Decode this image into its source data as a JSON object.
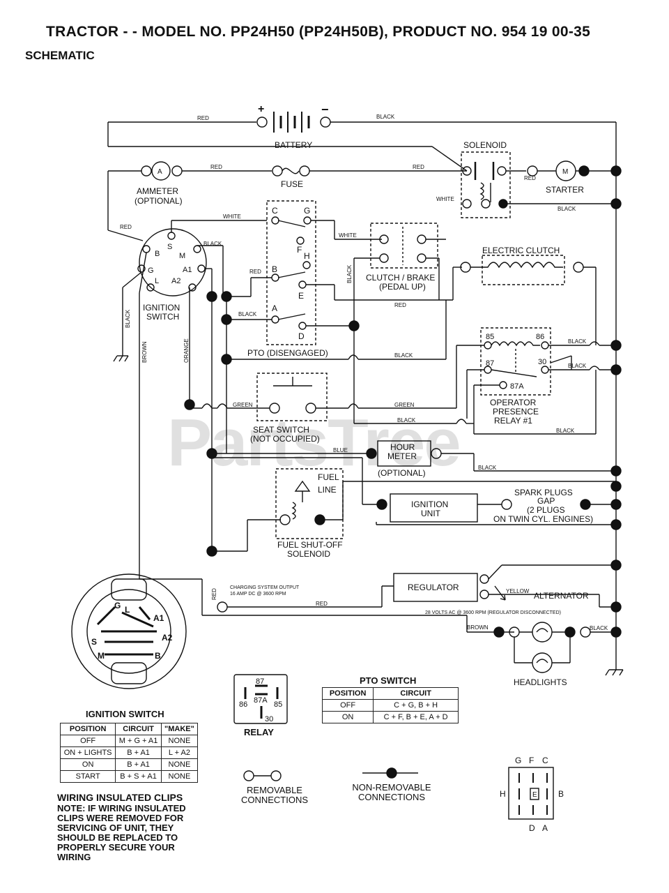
{
  "header": {
    "title": "TRACTOR - - MODEL NO. PP24H50 (PP24H50B), PRODUCT NO. 954 19 00-35",
    "subtitle": "SCHEMATIC"
  },
  "watermark": "PartsTree",
  "components": {
    "battery": "BATTERY",
    "battery_plus": "+",
    "battery_minus": "−",
    "solenoid": "SOLENOID",
    "ammeter": "AMMETER",
    "ammeter_opt": "(OPTIONAL)",
    "ammeter_a": "A",
    "fuse": "FUSE",
    "starter": "STARTER",
    "starter_m": "M",
    "ignition_switch_1": "IGNITION",
    "ignition_switch_2": "SWITCH",
    "clutch_brake_1": "CLUTCH / BRAKE",
    "clutch_brake_2": "(PEDAL UP)",
    "electric_clutch": "ELECTRIC CLUTCH",
    "pto": "PTO (DISENGAGED)",
    "relay_1": "OPERATOR",
    "relay_2": "PRESENCE",
    "relay_3": "RELAY #1",
    "seat_switch_1": "SEAT SWITCH",
    "seat_switch_2": "(NOT OCCUPIED)",
    "hour_meter_1": "HOUR",
    "hour_meter_2": "METER",
    "hour_meter_3": "(OPTIONAL)",
    "fuel_line_1": "FUEL",
    "fuel_line_2": "LINE",
    "ignition_unit_1": "IGNITION",
    "ignition_unit_2": "UNIT",
    "spark_1": "SPARK PLUGS",
    "spark_2": "GAP",
    "spark_3": "(2 PLUGS",
    "spark_4": "ON TWIN CYL. ENGINES)",
    "fuel_shutoff_1": "FUEL SHUT-OFF",
    "fuel_shutoff_2": "SOLENOID",
    "regulator": "REGULATOR",
    "alternator": "ALTERNATOR",
    "charging_1": "CHARGING SYSTEM OUTPUT",
    "charging_2": "16 AMP DC @ 3600 RPM",
    "alt_note": "28 VOLTS AC @ 3600 RPM (REGULATOR DISCONNECTED)",
    "headlights": "HEADLIGHTS"
  },
  "wires": {
    "red": "RED",
    "black": "BLACK",
    "white": "WHITE",
    "green": "GREEN",
    "blue": "BLUE",
    "orange": "ORANGE",
    "brown": "BROWN",
    "yellow": "YELLOW"
  },
  "terminals": {
    "ign": [
      "B",
      "S",
      "M",
      "G",
      "A1",
      "L",
      "A2"
    ],
    "pto": [
      "C",
      "G",
      "F",
      "H",
      "B",
      "E",
      "A",
      "D"
    ],
    "relay": [
      "85",
      "86",
      "87",
      "30",
      "87A"
    ]
  },
  "ignition_switch_table": {
    "caption": "IGNITION SWITCH",
    "headers": [
      "POSITION",
      "CIRCUIT",
      "\"MAKE\""
    ],
    "rows": [
      [
        "OFF",
        "M + G + A1",
        "NONE"
      ],
      [
        "ON + LIGHTS",
        "B + A1",
        "L + A2"
      ],
      [
        "ON",
        "B + A1",
        "NONE"
      ],
      [
        "START",
        "B + S + A1",
        "NONE"
      ]
    ]
  },
  "pto_switch_table": {
    "caption": "PTO SWITCH",
    "headers": [
      "POSITION",
      "CIRCUIT"
    ],
    "rows": [
      [
        "OFF",
        "C + G, B + H"
      ],
      [
        "ON",
        "C + F, B + E, A + D"
      ]
    ]
  },
  "relay_legend": {
    "caption": "RELAY",
    "labels": [
      "87",
      "87A",
      "86",
      "85",
      "30"
    ]
  },
  "legend": {
    "removable_1": "REMOVABLE",
    "removable_2": "CONNECTIONS",
    "nonremovable_1": "NON-REMOVABLE",
    "nonremovable_2": "CONNECTIONS"
  },
  "pto_pinout": {
    "labels": [
      "G",
      "F",
      "C",
      "H",
      "B",
      "E",
      "D",
      "A"
    ]
  },
  "ign_view_labels": [
    "G",
    "L",
    "A1",
    "S",
    "A2",
    "M",
    "B"
  ],
  "note": {
    "heading": "WIRING INSULATED CLIPS",
    "text": "NOTE: IF WIRING INSULATED CLIPS WERE REMOVED FOR SERVICING OF UNIT, THEY SHOULD BE REPLACED TO PROPERLY SECURE YOUR WIRING"
  }
}
